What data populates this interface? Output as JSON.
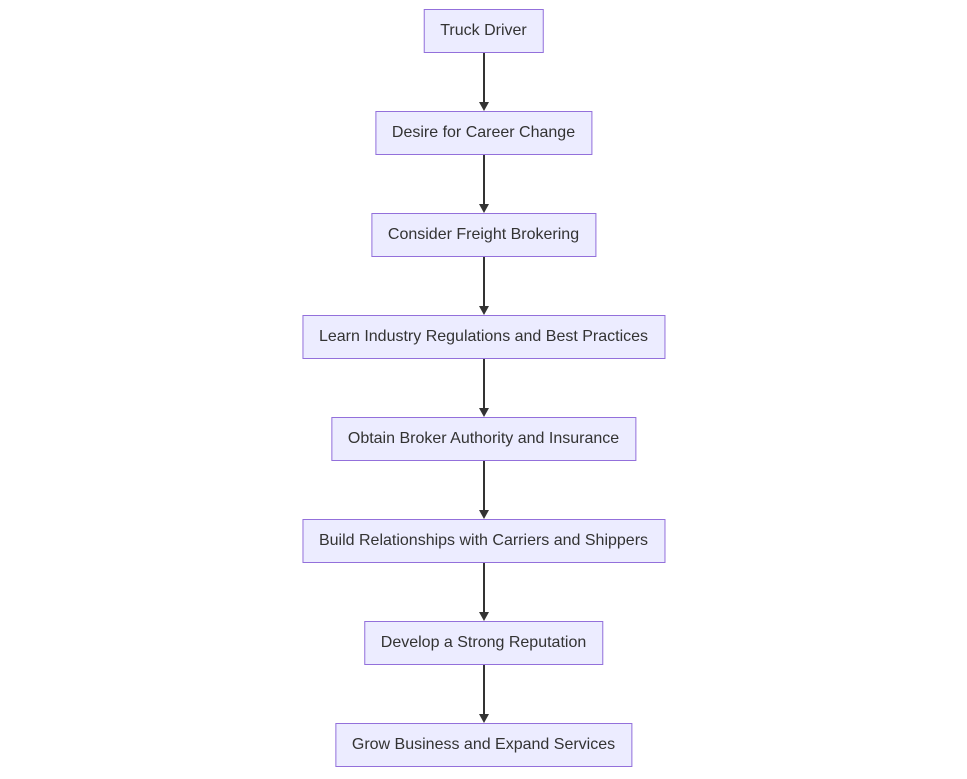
{
  "diagram": {
    "type": "flowchart",
    "direction": "top-down",
    "colors": {
      "node_fill": "#ECECFF",
      "node_border": "#9370DB",
      "text": "#333333",
      "arrow": "#333333",
      "background": "#FFFFFF"
    },
    "nodes": [
      {
        "label": "Truck Driver"
      },
      {
        "label": "Desire for Career Change"
      },
      {
        "label": "Consider Freight Brokering"
      },
      {
        "label": "Learn Industry Regulations and Best Practices"
      },
      {
        "label": "Obtain Broker Authority and Insurance"
      },
      {
        "label": "Build Relationships with Carriers and Shippers"
      },
      {
        "label": "Develop a Strong Reputation"
      },
      {
        "label": "Grow Business and Expand Services"
      }
    ],
    "edges": [
      {
        "from": "Truck Driver",
        "to": "Desire for Career Change"
      },
      {
        "from": "Desire for Career Change",
        "to": "Consider Freight Brokering"
      },
      {
        "from": "Consider Freight Brokering",
        "to": "Learn Industry Regulations and Best Practices"
      },
      {
        "from": "Learn Industry Regulations and Best Practices",
        "to": "Obtain Broker Authority and Insurance"
      },
      {
        "from": "Obtain Broker Authority and Insurance",
        "to": "Build Relationships with Carriers and Shippers"
      },
      {
        "from": "Build Relationships with Carriers and Shippers",
        "to": "Develop a Strong Reputation"
      },
      {
        "from": "Develop a Strong Reputation",
        "to": "Grow Business and Expand Services"
      }
    ]
  }
}
